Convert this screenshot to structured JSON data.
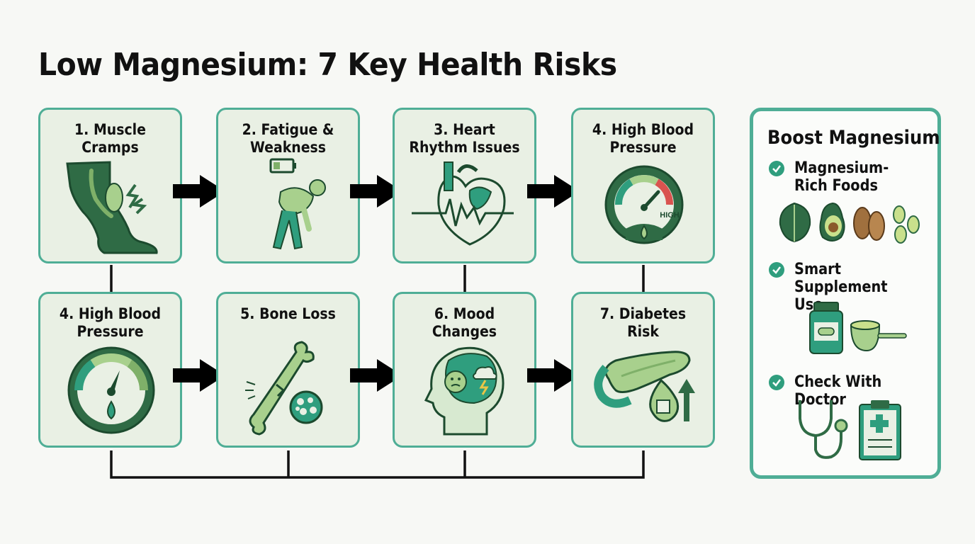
{
  "title": "Low Magnesium: 7 Key Health Risks",
  "cards": [
    {
      "label": "1. Muscle Cramps",
      "icon": "leg-cramp-icon"
    },
    {
      "label": "2. Fatigue & Weakness",
      "icon": "tired-person-icon"
    },
    {
      "label": "3. Heart Rhythm Issues",
      "icon": "heart-rhythm-icon"
    },
    {
      "label": "4. High Blood Pressure",
      "icon": "gauge-high-icon",
      "gauge_text": "HIGH"
    },
    {
      "label": "4. High Blood Pressure",
      "icon": "gauge-icon"
    },
    {
      "label": "5. Bone Loss",
      "icon": "broken-bone-icon"
    },
    {
      "label": "6. Mood Changes",
      "icon": "head-mood-icon"
    },
    {
      "label": "7. Diabetes Risk",
      "icon": "pancreas-icon"
    }
  ],
  "sidebar": {
    "title": "Boost Magnesium",
    "tips": [
      {
        "label": "Magnesium-Rich Foods",
        "icon": "foods-icon"
      },
      {
        "label": "Smart Supplement Use",
        "icon": "supplement-icon"
      },
      {
        "label": "Check With Doctor",
        "icon": "doctor-icon"
      }
    ]
  },
  "colors": {
    "accent": "#4fae96",
    "card_bg": "#e9f0e4",
    "dark_green": "#2f6b45",
    "light_green": "#a8d08d"
  }
}
